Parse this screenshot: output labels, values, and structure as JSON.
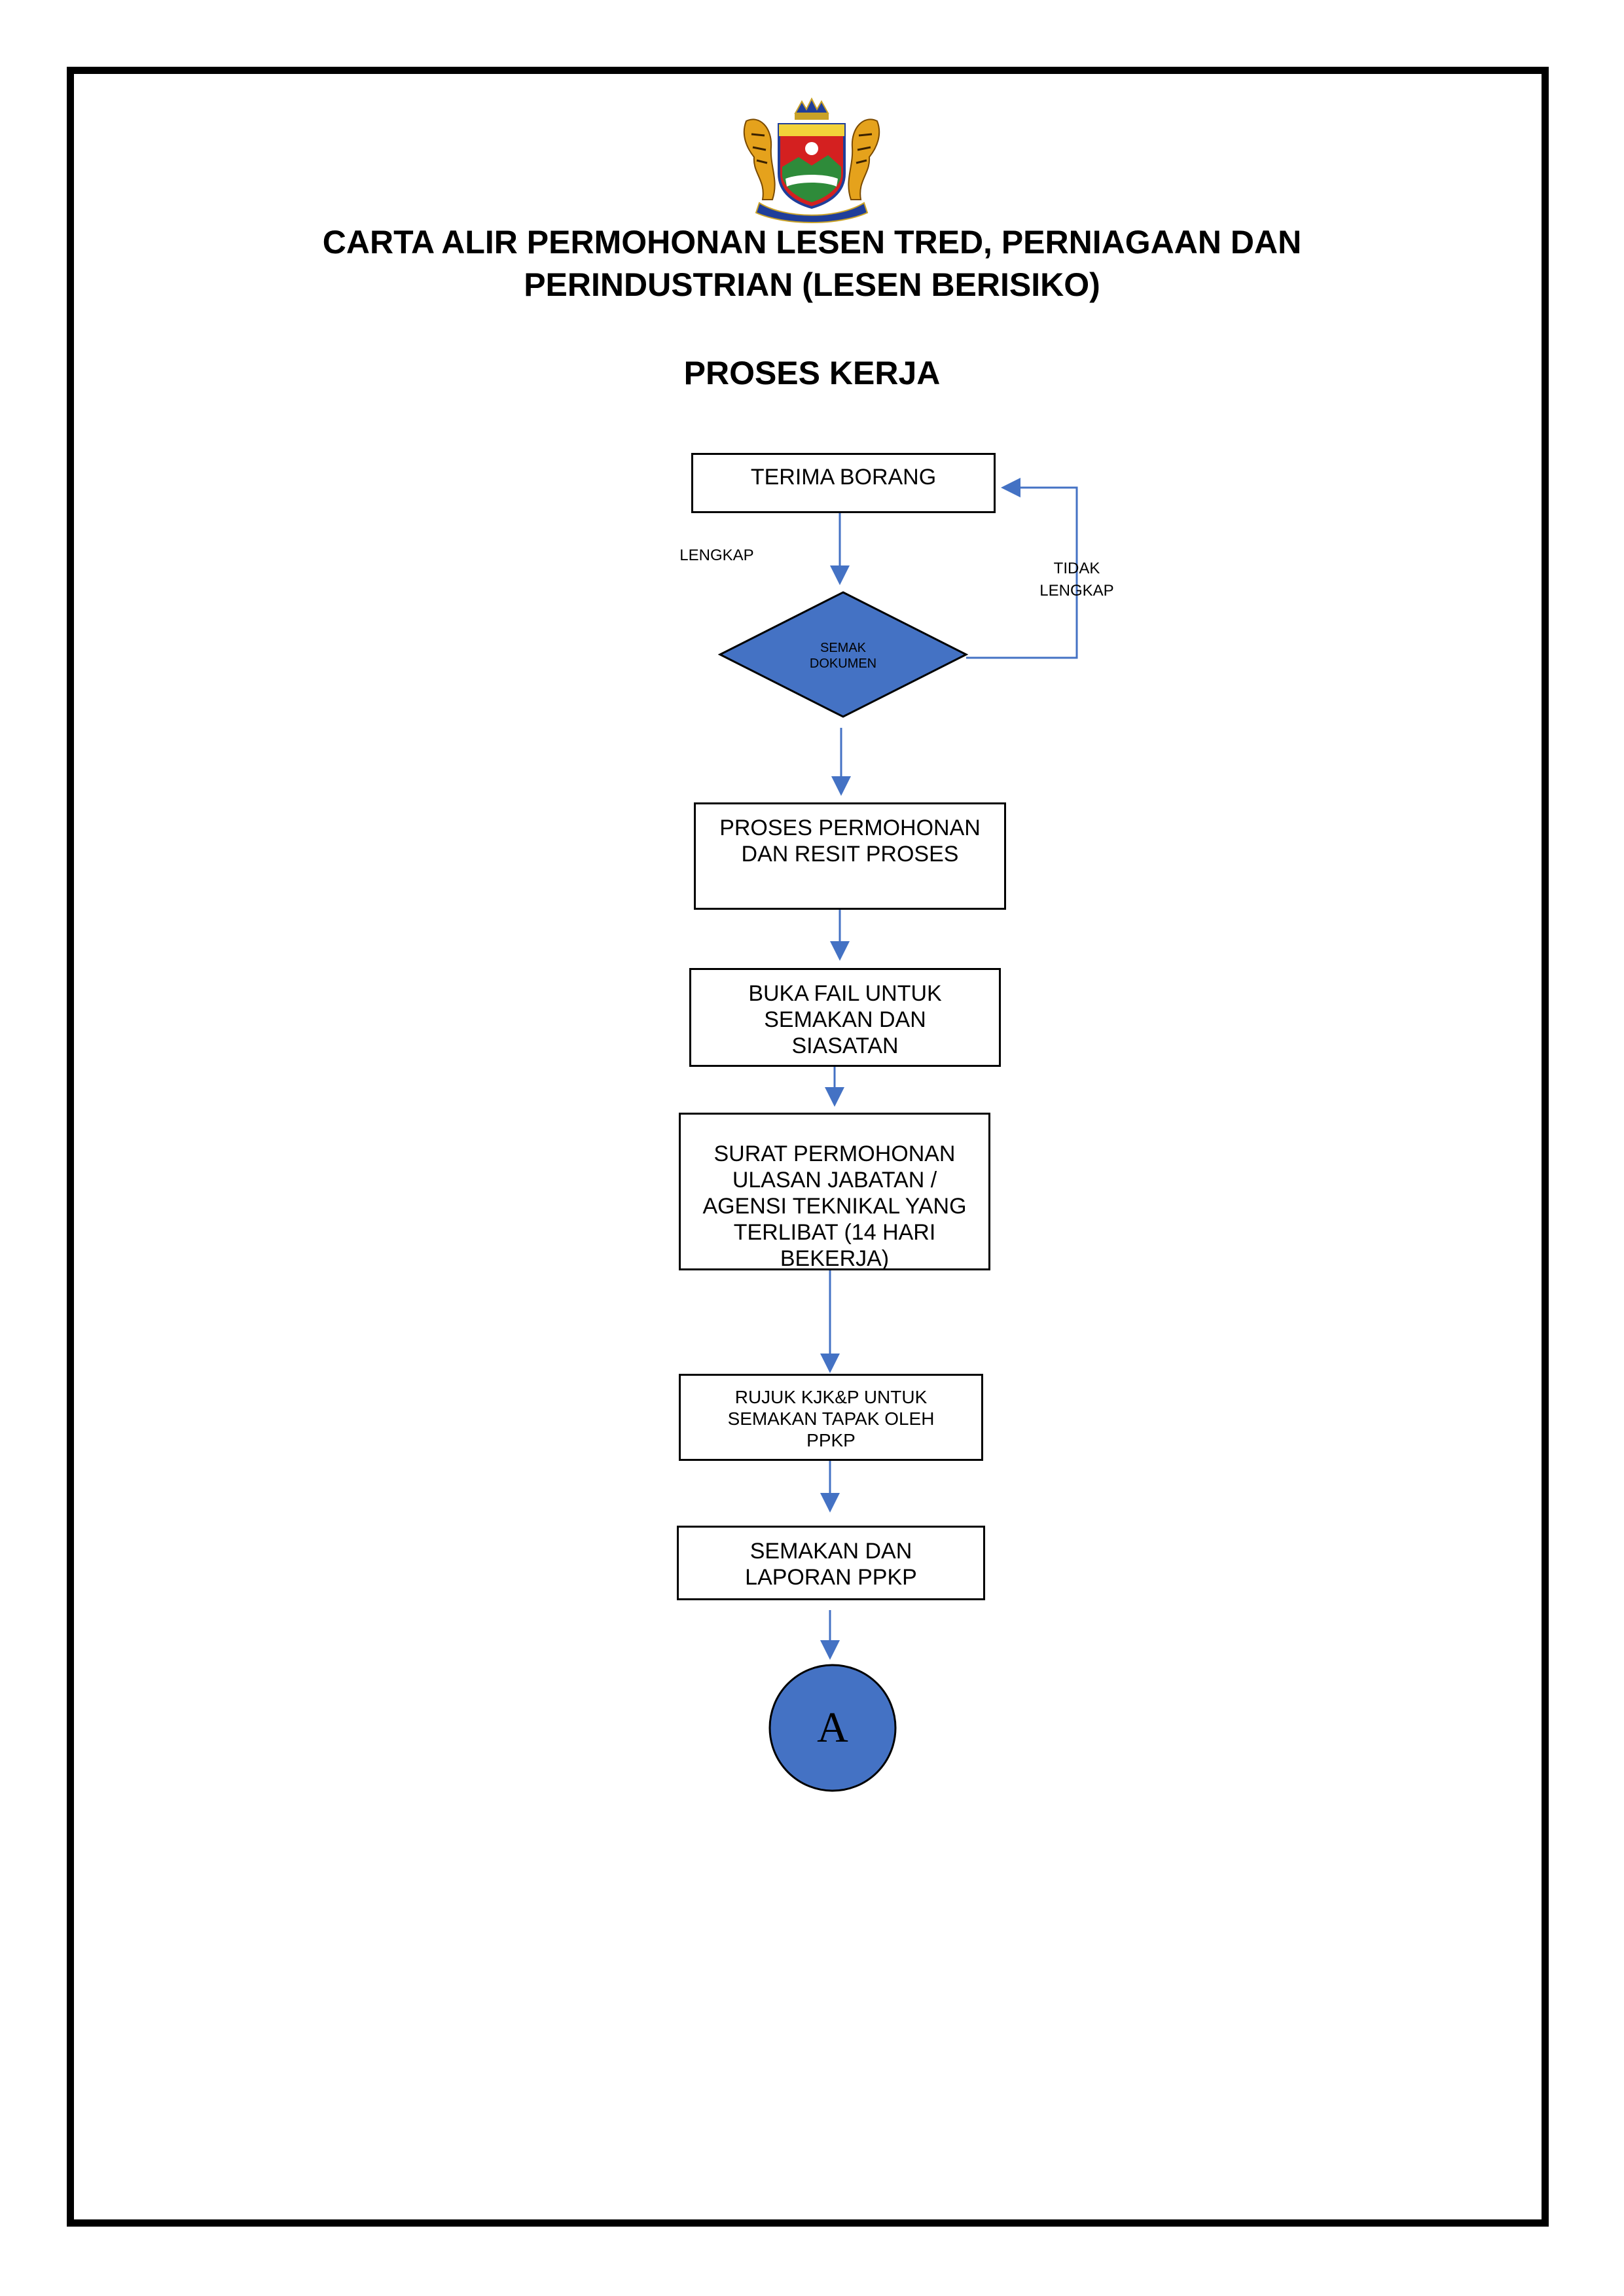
{
  "document": {
    "title_line1": "CARTA ALIR PERMOHONAN LESEN TRED, PERNIAGAAN DAN",
    "title_line2": "PERINDUSTRIAN (LESEN BERISIKO)",
    "subtitle": "PROSES KERJA"
  },
  "colors": {
    "arrow": "#4472C4",
    "decision_fill": "#4472C4",
    "connector_fill": "#4472C4",
    "border": "#000000"
  },
  "flowchart": {
    "terima": "TERIMA BORANG",
    "lengkap": "LENGKAP",
    "tidak_lengkap": [
      "TIDAK",
      "LENGKAP"
    ],
    "semak": [
      "SEMAK",
      "DOKUMEN"
    ],
    "proses": [
      "PROSES PERMOHONAN",
      "DAN RESIT PROSES"
    ],
    "buka_fail": [
      "BUKA FAIL UNTUK",
      "SEMAKAN DAN",
      "SIASATAN"
    ],
    "surat": [
      "SURAT PERMOHONAN",
      "ULASAN JABATAN /",
      "AGENSI TEKNIKAL YANG",
      "TERLIBAT (14 HARI",
      "BEKERJA)"
    ],
    "rujuk": [
      "RUJUK KJK&P UNTUK",
      "SEMAKAN TAPAK OLEH",
      "PPKP"
    ],
    "semakan_laporan": [
      "SEMAKAN DAN",
      "LAPORAN PPKP"
    ],
    "connector": "A"
  }
}
